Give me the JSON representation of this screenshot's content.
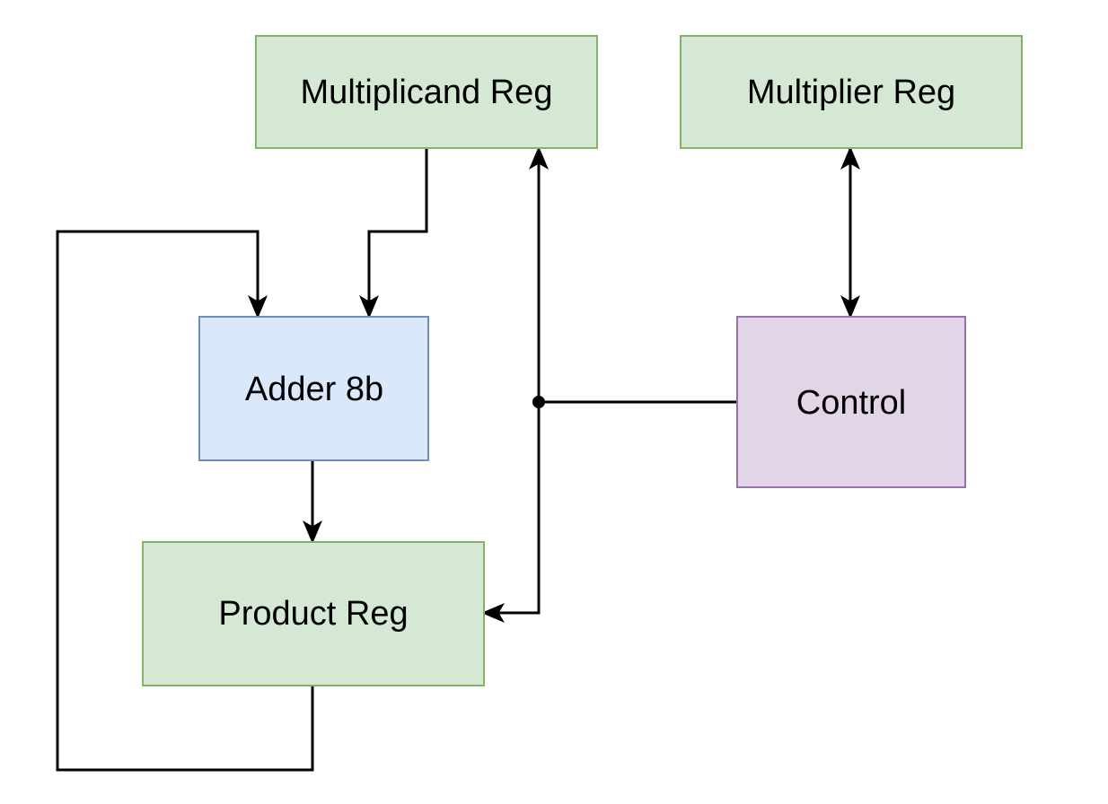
{
  "diagram": {
    "background": "#ffffff",
    "line_color": "#000000",
    "text_color": "#000000",
    "nodes": [
      {
        "id": "multiplicand-reg",
        "label": "Multiplicand Reg",
        "fill": "#d5e8d4",
        "stroke": "#82b366"
      },
      {
        "id": "multiplier-reg",
        "label": "Multiplier Reg",
        "fill": "#d5e8d4",
        "stroke": "#82b366"
      },
      {
        "id": "adder-8b",
        "label": "Adder 8b",
        "fill": "#dae8fc",
        "stroke": "#6c8ebf"
      },
      {
        "id": "control",
        "label": "Control",
        "fill": "#e1d5e7",
        "stroke": "#9673a6"
      },
      {
        "id": "product-reg",
        "label": "Product Reg",
        "fill": "#d5e8d4",
        "stroke": "#82b366"
      }
    ],
    "edges": [
      {
        "from": "multiplicand-reg",
        "to": "adder-8b",
        "style": "arrow"
      },
      {
        "from": "product-reg",
        "to": "adder-8b",
        "style": "arrow",
        "description": "feedback loop around left side"
      },
      {
        "from": "adder-8b",
        "to": "product-reg",
        "style": "arrow"
      },
      {
        "from": "control",
        "to": "multiplicand-reg",
        "style": "arrow",
        "description": "branch from junction dot"
      },
      {
        "from": "control",
        "to": "product-reg",
        "style": "arrow",
        "description": "branch from junction dot"
      },
      {
        "from": "control",
        "to": "multiplier-reg",
        "style": "double-arrow"
      }
    ]
  }
}
